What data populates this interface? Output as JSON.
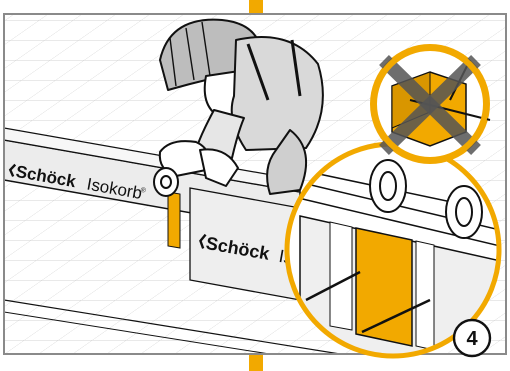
{
  "illustration": {
    "brand_primary": "Schöck",
    "brand_secondary": "Isokorb",
    "registered_mark": "®",
    "brand_primary_repeat": "Schöck",
    "brand_secondary_cut": "Iso",
    "step_number": "4",
    "colors": {
      "accent_orange": "#f2a900",
      "frame_gray": "#8a8a8a",
      "grid_line": "#c8c8c8",
      "slab_gray": "#e6e6e6",
      "outline": "#111111"
    },
    "icons": [
      "schoeck-logo-icon",
      "worker-icon",
      "tape-roll-icon",
      "cross-out-icon",
      "magnifier-lens-icon",
      "rebar-icon"
    ]
  }
}
